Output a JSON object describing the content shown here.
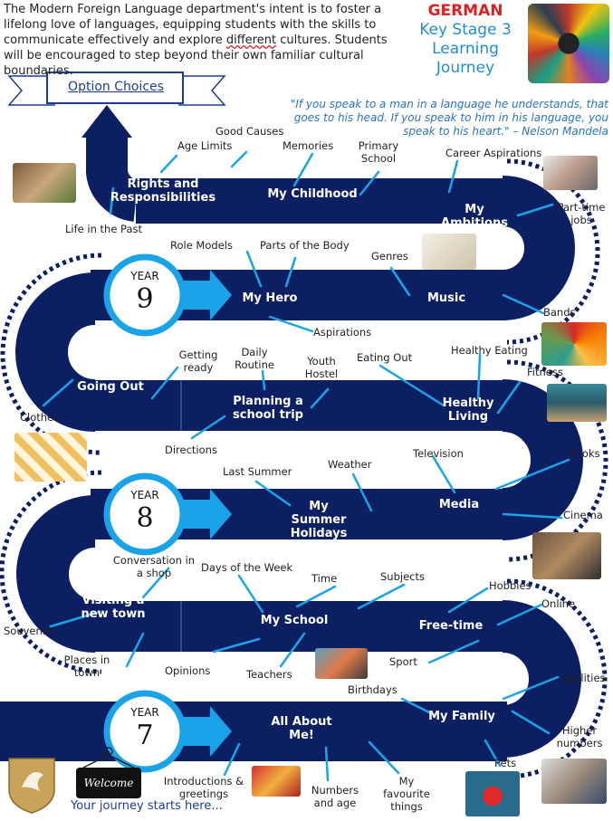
{
  "intro": {
    "text_a": "The Modern Foreign Language department's intent is to foster a lifelong love of languages, equipping students with the skills to communicate effectively and explore ",
    "text_highlight": "different",
    "text_b": " cultures. Students will be encouraged to step beyond their own familiar cultural boundaries."
  },
  "title": {
    "line1": "GERMAN",
    "line2": "Key Stage 3",
    "line3": "Learning",
    "line4": "Journey"
  },
  "quote": "\"If you speak to a man in a language he understands, that goes to his head. If you speak to him in his language, you speak to his heart.\" – Nelson Mandela",
  "option_choices": "Option Choices",
  "years": {
    "y9_label": "YEAR",
    "y9_num": "9",
    "y8_label": "YEAR",
    "y8_num": "8",
    "y7_label": "YEAR",
    "y7_num": "7"
  },
  "topics": {
    "rights": "Rights and Responsibilities",
    "childhood": "My Childhood",
    "ambitions": "My Ambitions",
    "hero": "My Hero",
    "music": "Music",
    "going_out": "Going Out",
    "school_trip": "Planning a school trip",
    "healthy": "Healthy Living",
    "summer": "My Summer Holidays",
    "media": "Media",
    "new_town": "Visiting a new town",
    "school": "My School",
    "freetime": "Free-time",
    "all_about": "All About Me!",
    "family": "My Family"
  },
  "labels": {
    "good_causes": "Good Causes",
    "age_limits": "Age Limits",
    "memories": "Memories",
    "primary_school": "Primary School",
    "career": "Career Aspirations",
    "life_past": "Life in the Past",
    "parttime": "Part-time jobs",
    "role_models": "Role Models",
    "parts_body": "Parts of the Body",
    "genres": "Genres",
    "bands": "Bands",
    "aspirations": "Aspirations",
    "getting_ready": "Getting ready",
    "daily_routine": "Daily Routine",
    "youth_hostel": "Youth Hostel",
    "eating_out": "Eating Out",
    "healthy_eating": "Healthy Eating",
    "fitness": "Fitness",
    "clothes": "Clothes",
    "directions": "Directions",
    "television": "Television",
    "books": "Books",
    "last_summer": "Last Summer",
    "weather": "Weather",
    "cinema": "Cinema",
    "conversation": "Conversation in a shop",
    "days_week": "Days of the Week",
    "time": "Time",
    "subjects": "Subjects",
    "hobbies": "Hobbies",
    "online": "Online",
    "souvenirs": "Souvenirs",
    "places_town": "Places in town",
    "opinions": "Opinions",
    "teachers": "Teachers",
    "sport": "Sport",
    "qualities": "Qualities",
    "birthdays": "Birthdays",
    "higher_numbers": "Higher numbers",
    "pets": "Pets",
    "introductions": "Introductions & greetings",
    "numbers_age": "Numbers and age",
    "fav_things": "My favourite things"
  },
  "footer": {
    "welcome": "Welcome",
    "journey": "Your journey starts here..."
  },
  "colors": {
    "road": "#0c1f63",
    "accent": "#1aa3e8",
    "red": "#e02020",
    "quote": "#2a74c2"
  }
}
